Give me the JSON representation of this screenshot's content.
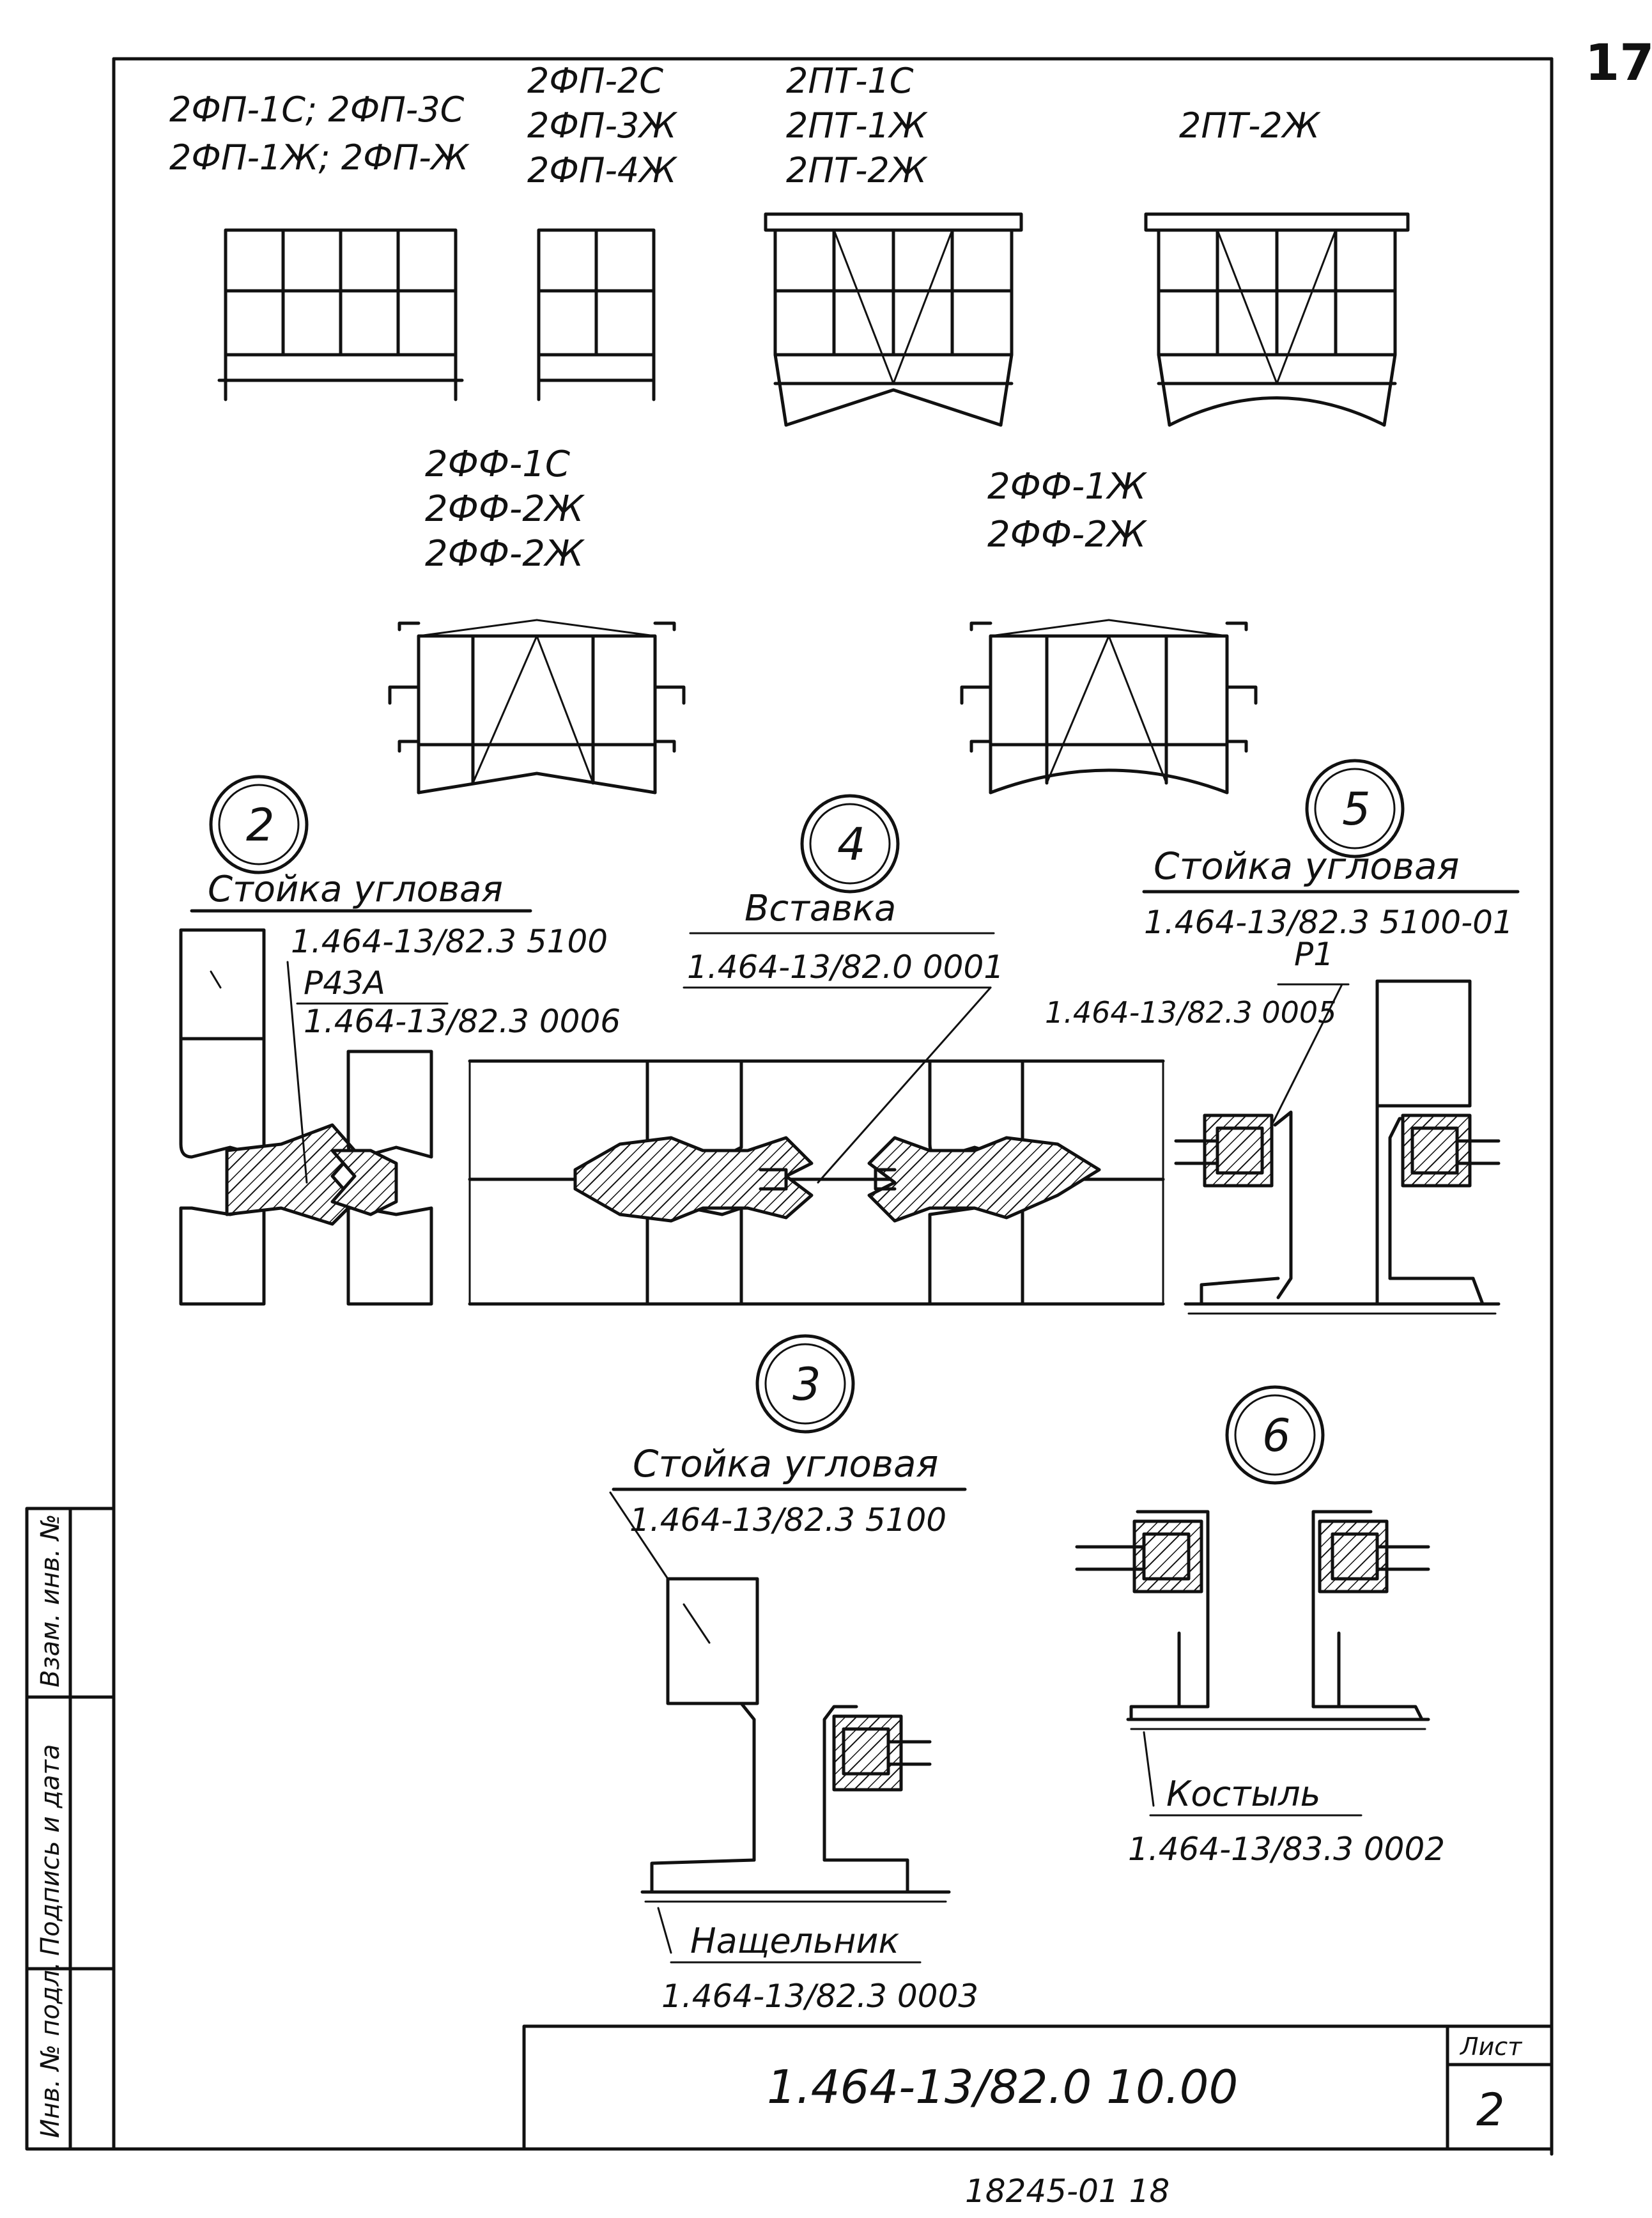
{
  "page_number": "17",
  "elevations": {
    "label_a_line1": "2ФП-1С; 2ФП-3С",
    "label_a_line2": "2ФП-1Ж; 2ФП-Ж",
    "label_b_line1": "2ФП-2С",
    "label_b_line2": "2ФП-3Ж",
    "label_b_line3": "2ФП-4Ж",
    "label_c_line1": "2ПТ-1С",
    "label_c_line2": "2ПТ-1Ж",
    "label_c_line3": "2ПТ-2Ж",
    "label_d_line1": "2ПТ-2Ж",
    "label_e_line1": "2ФФ-1С",
    "label_e_line2": "2ФФ-2Ж",
    "label_e_line3": "2ФФ-2Ж",
    "label_f_line1": "2ФФ-1Ж",
    "label_f_line2": "2ФФ-2Ж"
  },
  "details": {
    "d2": {
      "number": "2",
      "title": "Стойка угловая",
      "ref1": "1.464-13/82.3 5100",
      "ref2": "Р43А",
      "ref3": "1.464-13/82.3 0006"
    },
    "d4": {
      "number": "4",
      "title": "Вставка",
      "ref1": "1.464-13/82.0 0001"
    },
    "d5": {
      "number": "5",
      "title": "Стойка угловая",
      "ref1": "1.464-13/82.3 5100-01",
      "ref2": "Р1",
      "ref3": "1.464-13/82.3 0005"
    },
    "d3": {
      "number": "3",
      "title": "Стойка угловая",
      "ref1": "1.464-13/82.3 5100",
      "bottom_title": "Нащельник",
      "bottom_ref": "1.464-13/82.3 0003"
    },
    "d6": {
      "number": "6",
      "bottom_title": "Костыль",
      "bottom_ref": "1.464-13/83.3 0002"
    }
  },
  "title_block": {
    "designation": "1.464-13/82.0 10.00",
    "sheet_label": "Лист",
    "sheet_number": "2"
  },
  "side_stamp": {
    "field1": "Инв. № подл.",
    "field2": "Подпись и дата",
    "field3": "Взам. инв. №"
  },
  "footer_code": "18245-01   18"
}
